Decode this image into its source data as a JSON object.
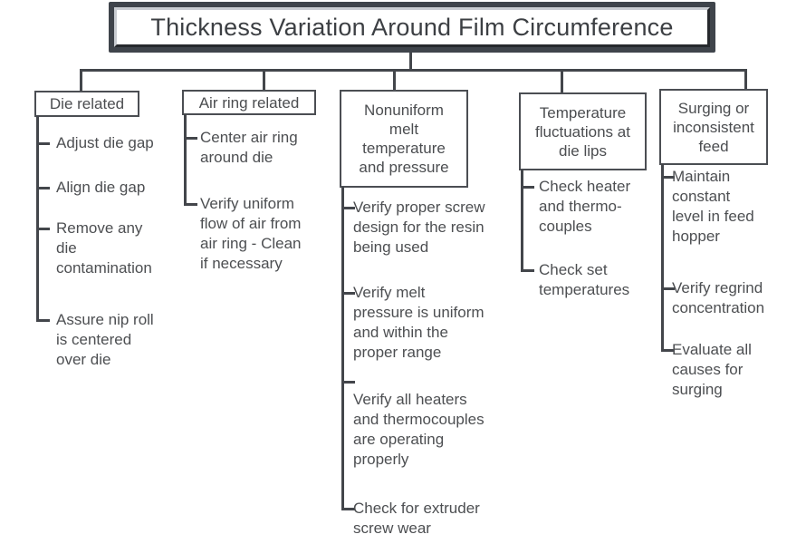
{
  "title": "Thickness Variation Around Film Circumference",
  "colors": {
    "line": "#43464b",
    "box_border": "#4b4e53",
    "text": "#4d4f52",
    "title_frame": "#3f444b",
    "title_bevel_light": "#c9ccd1",
    "title_bevel_dark": "#26292d"
  },
  "columns": [
    {
      "header": "Die related",
      "items": [
        "Adjust die gap",
        "Align die gap",
        "Remove any\ndie\ncontamination",
        "Assure nip roll\nis centered\nover die"
      ]
    },
    {
      "header": "Air ring related",
      "items": [
        "Center air ring\naround die",
        "Verify uniform\nflow of air from\nair ring - Clean\nif necessary"
      ]
    },
    {
      "header": "Nonuniform\nmelt\ntemperature\nand pressure",
      "items": [
        "Verify proper screw\ndesign for the resin\nbeing used",
        "Verify melt\npressure is uniform\nand within the\nproper range",
        "Verify all heaters\nand thermocouples\nare operating\nproperly",
        "Check for extruder\nscrew wear"
      ]
    },
    {
      "header": "Temperature\nfluctuations at\ndie lips",
      "items": [
        "Check heater\nand thermo-\ncouples",
        "Check set\ntemperatures"
      ]
    },
    {
      "header": "Surging or\ninconsistent\nfeed",
      "items": [
        "Maintain\nconstant\nlevel in feed\nhopper",
        "Verify regrind\nconcentration",
        "Evaluate all\ncauses for\nsurging"
      ]
    }
  ]
}
